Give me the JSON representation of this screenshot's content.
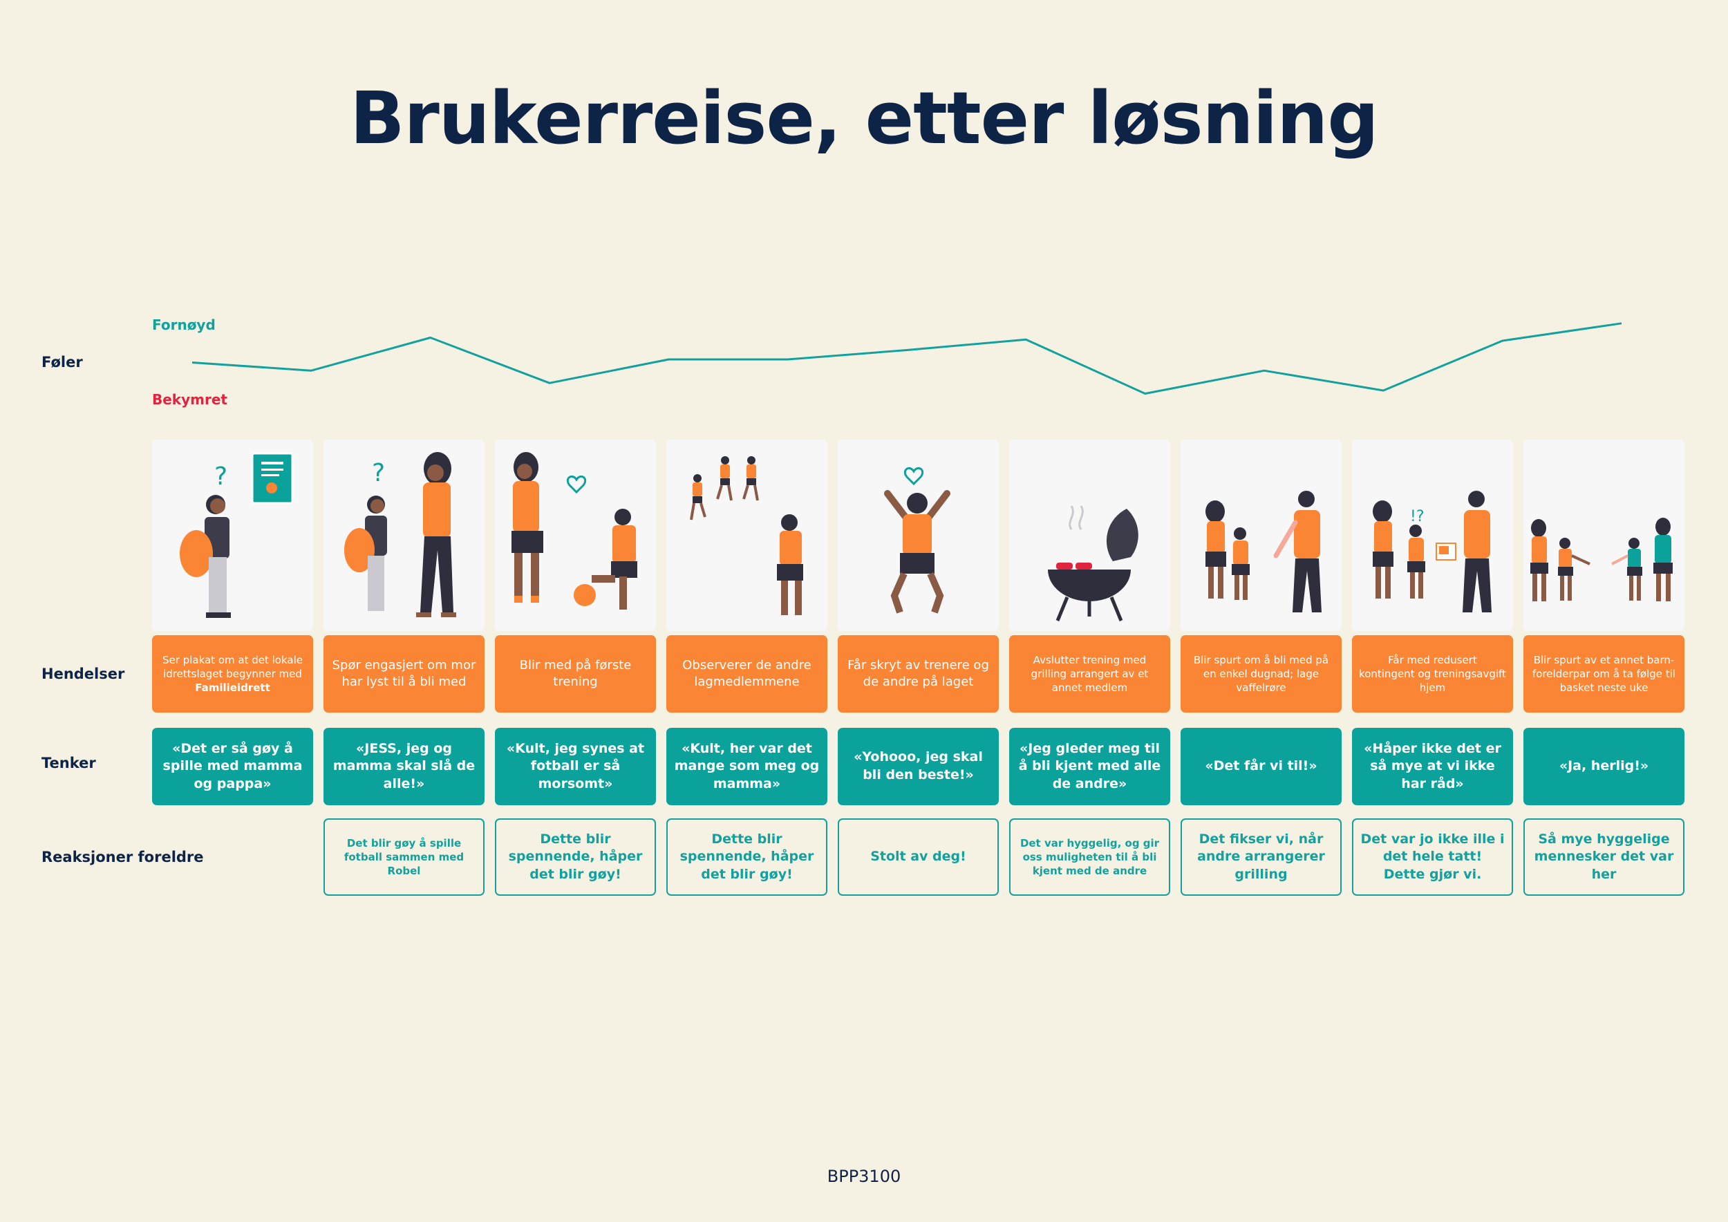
{
  "title": "Brukerreise, etter løsning",
  "footer": "BPP3100",
  "colors": {
    "navy": "#0d2447",
    "orange": "#fa8535",
    "teal": "#0ba29c",
    "red": "#e0233f",
    "background": "#f5f1e3"
  },
  "rows": {
    "feeling": "Føler",
    "events": "Hendelser",
    "thinks": "Tenker",
    "reactions": "Reaksjoner foreldre"
  },
  "mood": {
    "high_label": "Fornøyd",
    "low_label": "Bekymret",
    "scale": "0 = Bekymret, 1 = Fornøyd",
    "points": [
      0.55,
      0.42,
      0.95,
      0.22,
      0.6,
      0.6,
      0.75,
      0.92,
      0.05,
      0.42,
      0.1,
      0.9,
      1.18
    ]
  },
  "steps": [
    {
      "icon": "child-looking-at-poster-icon",
      "event_pre": "Ser plakat om at det lokale idrettslaget begynner med",
      "event_bold": "Familieidrett",
      "think": "«Det er så gøy å spille med mamma og pappa»",
      "reaction": ""
    },
    {
      "icon": "child-asking-mother-icon",
      "event_pre": "Spør engasjert om mor har lyst til å bli med",
      "event_bold": "",
      "think": "«JESS, jeg og mamma skal slå de alle!»",
      "reaction": "Det blir gøy å spille fotball sammen med Robel"
    },
    {
      "icon": "first-training-icon",
      "event_pre": "Blir med på første trening",
      "event_bold": "",
      "think": "«Kult, jeg synes at fotball er så morsomt»",
      "reaction": "Dette blir spennende, håper det blir gøy!"
    },
    {
      "icon": "observing-team-icon",
      "event_pre": "Observerer de andre lagmedlemmene",
      "event_bold": "",
      "think": "«Kult, her var det mange som meg og mamma»",
      "reaction": "Dette blir spennende, håper det blir gøy!"
    },
    {
      "icon": "cheering-player-icon",
      "event_pre": "Får skryt av trenere og de andre på laget",
      "event_bold": "",
      "think": "«Yohooo, jeg skal bli den beste!»",
      "reaction": "Stolt av deg!"
    },
    {
      "icon": "grill-icon",
      "event_pre": "Avslutter trening med grilling arrangert av et annet medlem",
      "event_bold": "",
      "think": "«Jeg gleder meg til å bli kjent med alle de andre»",
      "reaction": "Det var hyggelig, og gir oss muligheten til å bli kjent med de andre"
    },
    {
      "icon": "volunteer-invite-icon",
      "event_pre": "Blir spurt om å bli med på en enkel dugnad; lage vaffelrøre",
      "event_bold": "",
      "think": "«Det får vi til!»",
      "reaction": "Det fikser vi, når andre arrangerer grilling"
    },
    {
      "icon": "reduced-fee-icon",
      "event_pre": "Får med redusert kontingent og treningsavgift hjem",
      "event_bold": "",
      "think": "«Håper ikke det er så mye at vi ikke har råd»",
      "reaction": "Det var jo ikke ille i det hele tatt! Dette gjør vi."
    },
    {
      "icon": "basketball-invite-icon",
      "event_pre": "Blir spurt av et annet barn-forelderpar om å ta følge til basket neste uke",
      "event_bold": "",
      "think": "«Ja, herlig!»",
      "reaction": "Så mye hyggelige mennesker det var her"
    }
  ]
}
